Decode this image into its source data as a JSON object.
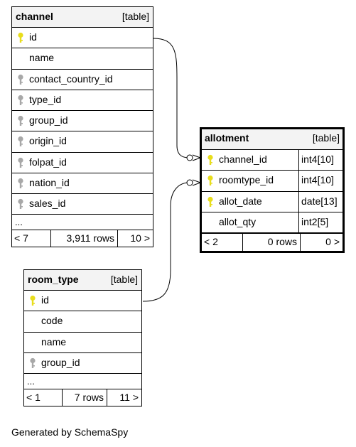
{
  "tables": {
    "channel": {
      "name": "channel",
      "type": "[table]",
      "columns": [
        "id",
        "name",
        "contact_country_id",
        "type_id",
        "group_id",
        "origin_id",
        "folpat_id",
        "nation_id",
        "sales_id"
      ],
      "ellipsis": "...",
      "footer": {
        "parents": "< 7",
        "rows": "3,911 rows",
        "children": "10 >"
      }
    },
    "room_type": {
      "name": "room_type",
      "type": "[table]",
      "columns": [
        "id",
        "code",
        "name",
        "group_id"
      ],
      "ellipsis": "...",
      "footer": {
        "parents": "< 1",
        "rows": "7 rows",
        "children": "11 >"
      }
    },
    "allotment": {
      "name": "allotment",
      "type": "[table]",
      "columns": [
        "channel_id",
        "roomtype_id",
        "allot_date",
        "allot_qty"
      ],
      "types": [
        "int4[10]",
        "int4[10]",
        "date[13]",
        "int2[5]"
      ],
      "footer": {
        "parents": "< 2",
        "rows": "0 rows",
        "children": "0 >"
      }
    }
  },
  "generated": "Generated by SchemaSpy",
  "colors": {
    "primary_key": "#e8dd1c",
    "foreign_key": "#a8a8a8",
    "header_bg": "#f3f3f3"
  }
}
